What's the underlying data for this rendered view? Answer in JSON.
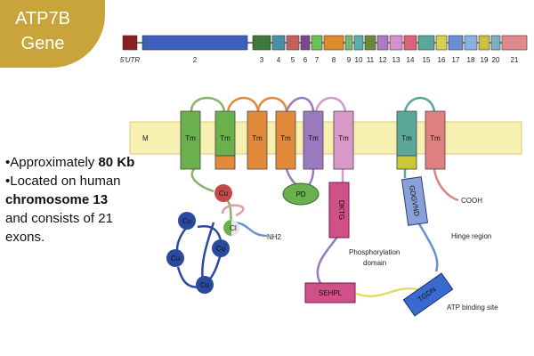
{
  "slide": {
    "title_line1": "ATP7B",
    "title_line2": "Gene",
    "bullets": [
      {
        "parts": [
          {
            "text": "•Approximately ",
            "bold": false
          },
          {
            "text": "80 Kb",
            "bold": true
          }
        ]
      },
      {
        "parts": [
          {
            "text": "•Located on human",
            "bold": false
          }
        ]
      },
      {
        "parts": [
          {
            "text": "chromosome 13",
            "bold": true
          }
        ]
      },
      {
        "parts": [
          {
            "text": "and consists of 21",
            "bold": false
          }
        ]
      },
      {
        "parts": [
          {
            "text": "exons.",
            "bold": false
          }
        ]
      }
    ]
  },
  "gene_map": {
    "exons": [
      {
        "label": "5'UTR",
        "color": "#8b2020"
      },
      {
        "label": "2",
        "color": "#3d5fbd"
      },
      {
        "label": "3",
        "color": "#3e7a3e"
      },
      {
        "label": "4",
        "color": "#4a8fa3"
      },
      {
        "label": "5",
        "color": "#c46060"
      },
      {
        "label": "6",
        "color": "#7a4a8a"
      },
      {
        "label": "7",
        "color": "#6cbf5a"
      },
      {
        "label": "8",
        "color": "#e08a2a"
      },
      {
        "label": "9",
        "color": "#7ab86a"
      },
      {
        "label": "10",
        "color": "#5ab0b0"
      },
      {
        "label": "11",
        "color": "#6c8a3a"
      },
      {
        "label": "12",
        "color": "#b07ac0"
      },
      {
        "label": "13",
        "color": "#d890c8"
      },
      {
        "label": "14",
        "color": "#e0607a"
      },
      {
        "label": "15",
        "color": "#5aa89a"
      },
      {
        "label": "16",
        "color": "#d8d050"
      },
      {
        "label": "17",
        "color": "#6a90d0"
      },
      {
        "label": "18",
        "color": "#8ab0e0"
      },
      {
        "label": "19",
        "color": "#c8c040"
      },
      {
        "label": "20",
        "color": "#7ab0c0"
      },
      {
        "label": "21",
        "color": "#e08a8a"
      }
    ]
  },
  "protein": {
    "membrane_label": "M",
    "tm_label": "Tm",
    "domains": {
      "pd": "PD",
      "dktg": "DKTG",
      "sehpl": "SEHPL",
      "gdgvnd": "GDGVND",
      "tgdn": "TGDN",
      "cu": "Cu",
      "ci": "Cl"
    },
    "labels": {
      "nh2": "NH2",
      "cooh": "COOH",
      "hinge": "Hinge region",
      "phospho_1": "Phosphorylation",
      "phospho_2": "domain",
      "atp": "ATP binding site"
    },
    "colors": {
      "membrane": "#f7f0b0",
      "tm_green": "#6ab04c",
      "tm_orange": "#e08a3a",
      "tm_purple": "#9a7ac0",
      "tm_pink": "#d898c8",
      "tm_teal": "#5aa89a",
      "tm_salmon": "#e08080",
      "cu": "#2a4aa0",
      "cu_red": "#c04a4a"
    }
  }
}
